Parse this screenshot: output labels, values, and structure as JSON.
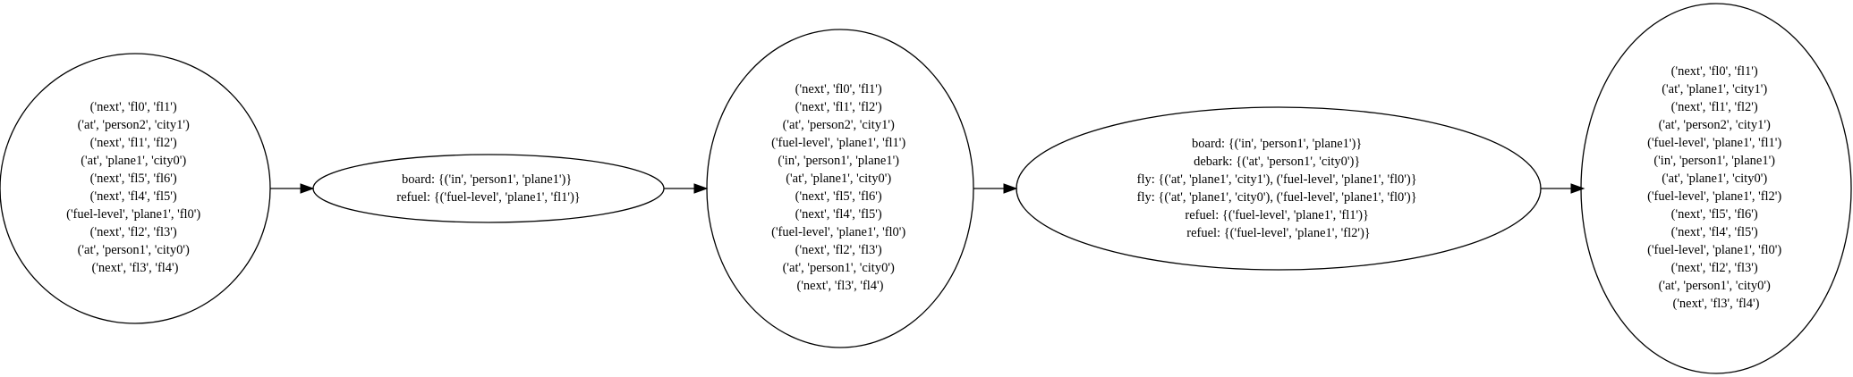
{
  "diagram": {
    "states": [
      {
        "id": "s0",
        "facts": [
          "('next', 'fl0', 'fl1')",
          "('at', 'person2', 'city1')",
          "('next', 'fl1', 'fl2')",
          "('at', 'plane1', 'city0')",
          "('next', 'fl5', 'fl6')",
          "('next', 'fl4', 'fl5')",
          "('fuel-level', 'plane1', 'fl0')",
          "('next', 'fl2', 'fl3')",
          "('at', 'person1', 'city0')",
          "('next', 'fl3', 'fl4')"
        ]
      },
      {
        "id": "s1",
        "facts": [
          "('next', 'fl0', 'fl1')",
          "('next', 'fl1', 'fl2')",
          "('at', 'person2', 'city1')",
          "('fuel-level', 'plane1', 'fl1')",
          "('in', 'person1', 'plane1')",
          "('at', 'plane1', 'city0')",
          "('next', 'fl5', 'fl6')",
          "('next', 'fl4', 'fl5')",
          "('fuel-level', 'plane1', 'fl0')",
          "('next', 'fl2', 'fl3')",
          "('at', 'person1', 'city0')",
          "('next', 'fl3', 'fl4')"
        ]
      },
      {
        "id": "s2",
        "facts": [
          "('next', 'fl0', 'fl1')",
          "('at', 'plane1', 'city1')",
          "('next', 'fl1', 'fl2')",
          "('at', 'person2', 'city1')",
          "('fuel-level', 'plane1', 'fl1')",
          "('in', 'person1', 'plane1')",
          "('at', 'plane1', 'city0')",
          "('fuel-level', 'plane1', 'fl2')",
          "('next', 'fl5', 'fl6')",
          "('next', 'fl4', 'fl5')",
          "('fuel-level', 'plane1', 'fl0')",
          "('next', 'fl2', 'fl3')",
          "('at', 'person1', 'city0')",
          "('next', 'fl3', 'fl4')"
        ]
      }
    ],
    "actions": [
      {
        "id": "a0",
        "lines": [
          "board: {('in', 'person1', 'plane1')}",
          "refuel: {('fuel-level', 'plane1', 'fl1')}"
        ]
      },
      {
        "id": "a1",
        "lines": [
          "board: {('in', 'person1', 'plane1')}",
          "debark: {('at', 'person1', 'city0')}",
          "fly: {('at', 'plane1', 'city1'), ('fuel-level', 'plane1', 'fl0')}",
          "fly: {('at', 'plane1', 'city0'), ('fuel-level', 'plane1', 'fl0')}",
          "refuel: {('fuel-level', 'plane1', 'fl1')}",
          "refuel: {('fuel-level', 'plane1', 'fl2')}"
        ]
      }
    ],
    "edges": [
      {
        "from": "s0",
        "to": "a0"
      },
      {
        "from": "a0",
        "to": "s1"
      },
      {
        "from": "s1",
        "to": "a1"
      },
      {
        "from": "a1",
        "to": "s2"
      }
    ]
  }
}
